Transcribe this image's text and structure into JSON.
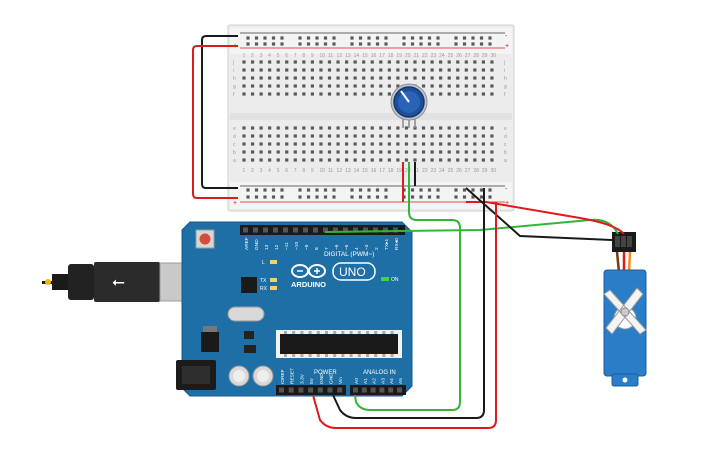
{
  "breadboard": {
    "row_labels_top": [
      "j",
      "i",
      "h",
      "g",
      "f"
    ],
    "row_labels_bottom": [
      "e",
      "d",
      "c",
      "b",
      "a"
    ],
    "column_count": 30,
    "rail_minus": "-",
    "rail_plus": "+"
  },
  "arduino": {
    "brand": "ARDUINO",
    "model": "UNO",
    "on_label": "ON",
    "digital_label": "DIGITAL (PWM~)",
    "analog_label": "ANALOG IN",
    "power_label": "POWER",
    "digital_pins": [
      "AREF",
      "GND",
      "13",
      "12",
      "~11",
      "~10",
      "~9",
      "8",
      "7",
      "~6",
      "~5",
      "4",
      "~3",
      "2",
      "TX▸1",
      "RX◂0"
    ],
    "analog_pins": [
      "A0",
      "A1",
      "A2",
      "A3",
      "A4",
      "A5"
    ],
    "power_pins": [
      "IOREF",
      "RESET",
      "3.3V",
      "5V",
      "GND",
      "GND",
      "Vin"
    ],
    "led_labels": [
      "L",
      "TX",
      "RX"
    ]
  },
  "colors": {
    "board_blue": "#1e6fa6",
    "wire_red": "#e0191c",
    "wire_black": "#1a1a1a",
    "wire_green": "#33b53a",
    "servo_blue": "#2a7ec8",
    "knob_blue": "#1f4f9a"
  },
  "icons": {
    "usb": "usb-icon",
    "reset": "reset-button-icon",
    "potentiometer": "potentiometer-knob-icon",
    "servo": "servo-motor-icon"
  }
}
